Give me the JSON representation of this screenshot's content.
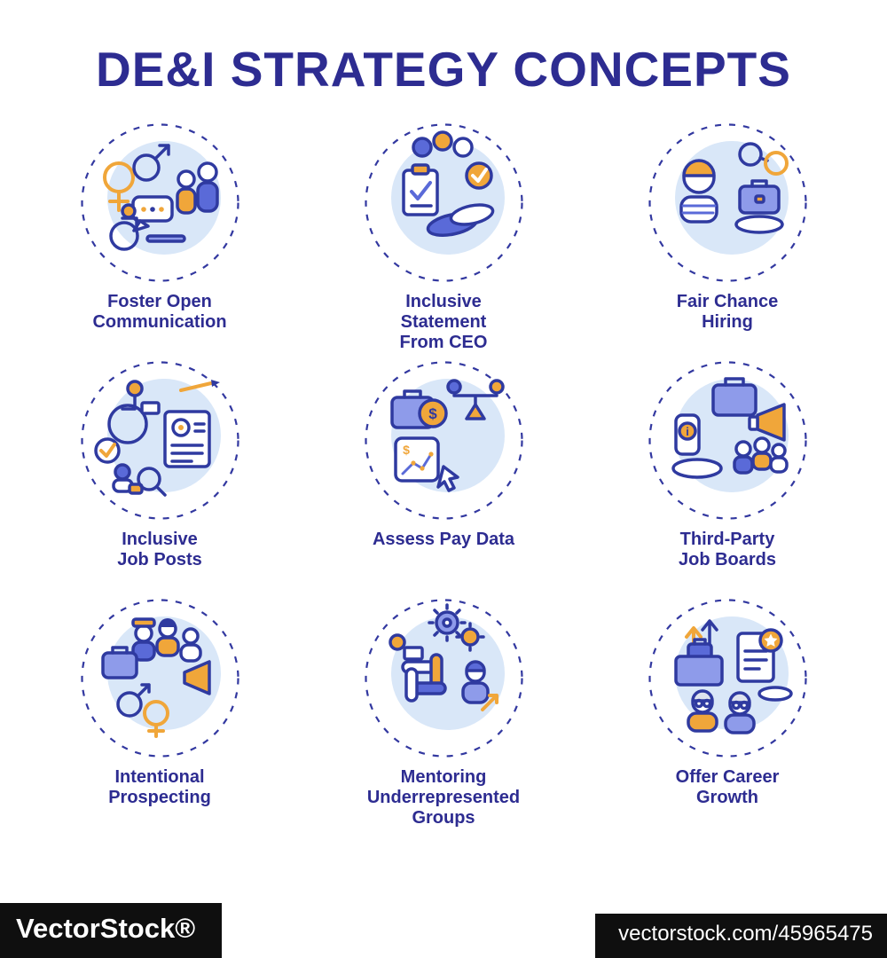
{
  "title": "DE&I STRATEGY CONCEPTS",
  "concepts": [
    {
      "label": "Foster Open\nCommunication",
      "icon": "gender-symbols-speech-bubble-people-icon"
    },
    {
      "label": "Inclusive\nStatement\nFrom CEO",
      "icon": "statement-clipboard-handshake-check-icon"
    },
    {
      "label": "Fair Chance\nHiring",
      "icon": "person-handcuffs-briefcase-hand-icon"
    },
    {
      "label": "Inclusive\nJob Posts",
      "icon": "wheelchair-job-post-magnifier-icon"
    },
    {
      "label": "Assess Pay Data",
      "icon": "briefcase-gear-scale-pay-chart-icon"
    },
    {
      "label": "Third-Party\nJob Boards",
      "icon": "briefcase-megaphone-people-info-hand-icon"
    },
    {
      "label": "Intentional\nProspecting",
      "icon": "diverse-people-briefcase-megaphone-gender-icon"
    },
    {
      "label": "Mentoring\nUnderrepresented\nGroups",
      "icon": "united-hands-gears-mentor-icon"
    },
    {
      "label": "Offer Career\nGrowth",
      "icon": "growth-arrows-box-checklist-seniors-icon"
    }
  ],
  "watermark": {
    "brand": "VectorStock®",
    "credit": "vectorstock.com/45965475"
  },
  "colors": {
    "title_text": "#2d2c91",
    "outline_ink": "#2f3aa0",
    "accent_yellow": "#f0a63a",
    "backdrop_light_blue": "#d9e7f8",
    "mid_blue": "#8e9bea",
    "solid_blue": "#5a6ad8",
    "watermark_bg": "#0f0f0f"
  }
}
